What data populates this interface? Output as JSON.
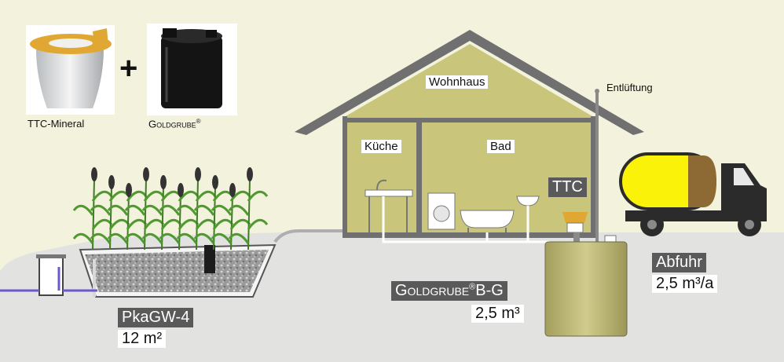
{
  "products": {
    "toilet_label": "TTC-Mineral",
    "plus_sign": "+",
    "tank_label": "Goldgrube",
    "tank_reg": "®"
  },
  "house": {
    "title": "Wohnhaus",
    "vent_label": "Entlüftung",
    "kitchen": "Küche",
    "bath": "Bad",
    "ttc_label": "TTC"
  },
  "tank": {
    "name": "Goldgrube",
    "reg": "®",
    "suffix": "B-G",
    "volume": "2,5 m³"
  },
  "removal": {
    "title": "Abfuhr",
    "rate": "2,5 m³/a"
  },
  "reedbed": {
    "name": "PkaGW-4",
    "area": "12 m²"
  },
  "colors": {
    "background": "#f3f2dd",
    "ground": "#e2e2e1",
    "house_interior": "#c9c67c",
    "roof": "#707070",
    "tank_body": "#c7c07c",
    "truck_tank": "#fbf20a",
    "truck_cab": "#2b2b2b",
    "reeds": "#4f9a2f",
    "label_dark": "#5a5a5a"
  }
}
